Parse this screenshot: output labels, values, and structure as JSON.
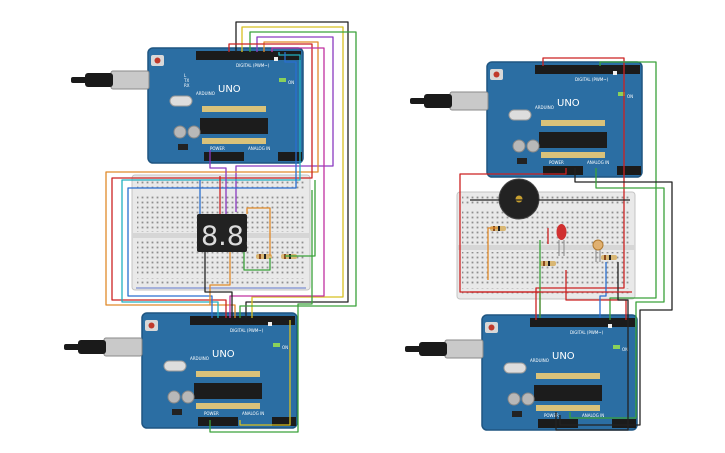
{
  "board": {
    "uno_label": "UNO",
    "brand_label": "ARDUINO",
    "digital_label": "DIGITAL (PWM~)",
    "power_label": "POWER",
    "analog_label": "ANALOG IN",
    "on_label": "ON",
    "tx_label": "TX",
    "rx_label": "RX",
    "l_label": "L"
  },
  "display": {
    "digits": "8.8."
  },
  "colors": {
    "board": "#2b6ea3",
    "board_edge": "#1f5581",
    "breadboard": "#e9e9e9",
    "wire_red": "#cc2222",
    "wire_green": "#3aa23a",
    "wire_orange": "#e08a2a",
    "wire_blue": "#2a6fd0",
    "wire_purple": "#8a3ac0",
    "wire_magenta": "#c030a0",
    "wire_yellow": "#d8c020",
    "wire_black": "#222222",
    "wire_cyan": "#20b0c0"
  }
}
